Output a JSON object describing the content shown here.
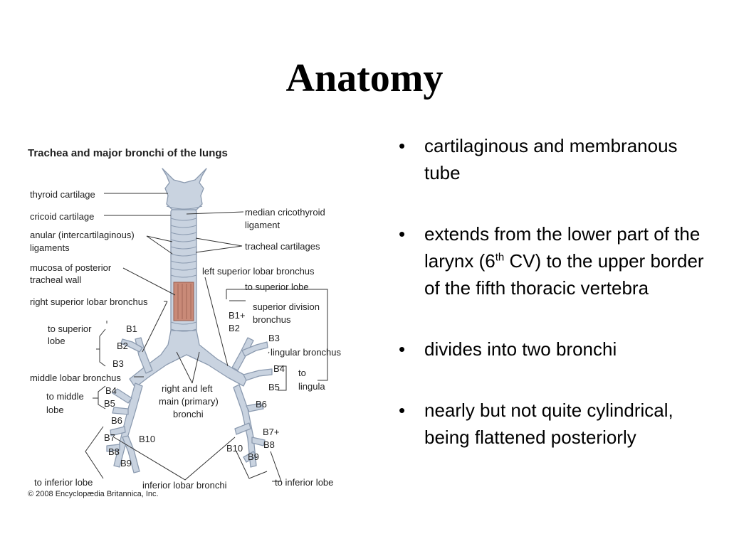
{
  "slide": {
    "title": "Anatomy"
  },
  "figure": {
    "title": "Trachea and major bronchi of the lungs",
    "copyright": "© 2008 Encyclopædia Britannica, Inc.",
    "labels": {
      "thyroid": "thyroid cartilage",
      "cricoid": "cricoid cartilage",
      "anular1": "anular (intercartilaginous)",
      "anular2": "ligaments",
      "mucosa1": "mucosa of posterior",
      "mucosa2": "tracheal wall",
      "right_sup": "right superior lobar bronchus",
      "to_sup1": "to superior",
      "to_sup2": "lobe",
      "b1": "B1",
      "b2": "B2",
      "b3": "B3",
      "middle_lobar": "middle lobar bronchus",
      "to_middle1": "to middle",
      "to_middle2": "lobe",
      "b4": "B4",
      "b5": "B5",
      "b6": "B6",
      "b7": "B7",
      "b8": "B8",
      "b9": "B9",
      "b10": "B10",
      "to_inferior_left": "to inferior lobe",
      "inferior_lobar": "inferior lobar bronchi",
      "main1": "right and left",
      "main2": "main (primary)",
      "main3": "bronchi",
      "median1": "median cricothyroid",
      "median2": "ligament",
      "tracheal_cart": "tracheal cartilages",
      "left_sup": "left superior lobar bronchus",
      "to_sup_lobe": "to superior lobe",
      "sup_div1": "superior division",
      "sup_div2": "bronchus",
      "lb1": "B1+",
      "lb2": "B2",
      "lb3": "B3",
      "lingular": "lingular bronchus",
      "lb4": "B4",
      "lb5": "B5",
      "to_lingula1": "to",
      "to_lingula2": "lingula",
      "lb6": "B6",
      "lb78a": "B7+",
      "lb78b": "B8",
      "lb10": "B10",
      "lb9": "B9",
      "to_inferior_right": "to inferior lobe"
    }
  },
  "bullets": [
    {
      "text": "cartilaginous and membranous tube"
    },
    {
      "pre": "extends from the lower part of the larynx (6",
      "sup": "th",
      "post": " CV) to the upper border of the fifth thoracic vertebra"
    },
    {
      "text": "divides into two bronchi"
    },
    {
      "text": "nearly but not quite cylindrical, being flattened posteriorly"
    }
  ],
  "bullet_glyph": "•",
  "colors": {
    "airway": "#c9d3e0",
    "airway_stroke": "#8c9bb0",
    "mucosa": "#c98a78",
    "line": "#333333"
  }
}
